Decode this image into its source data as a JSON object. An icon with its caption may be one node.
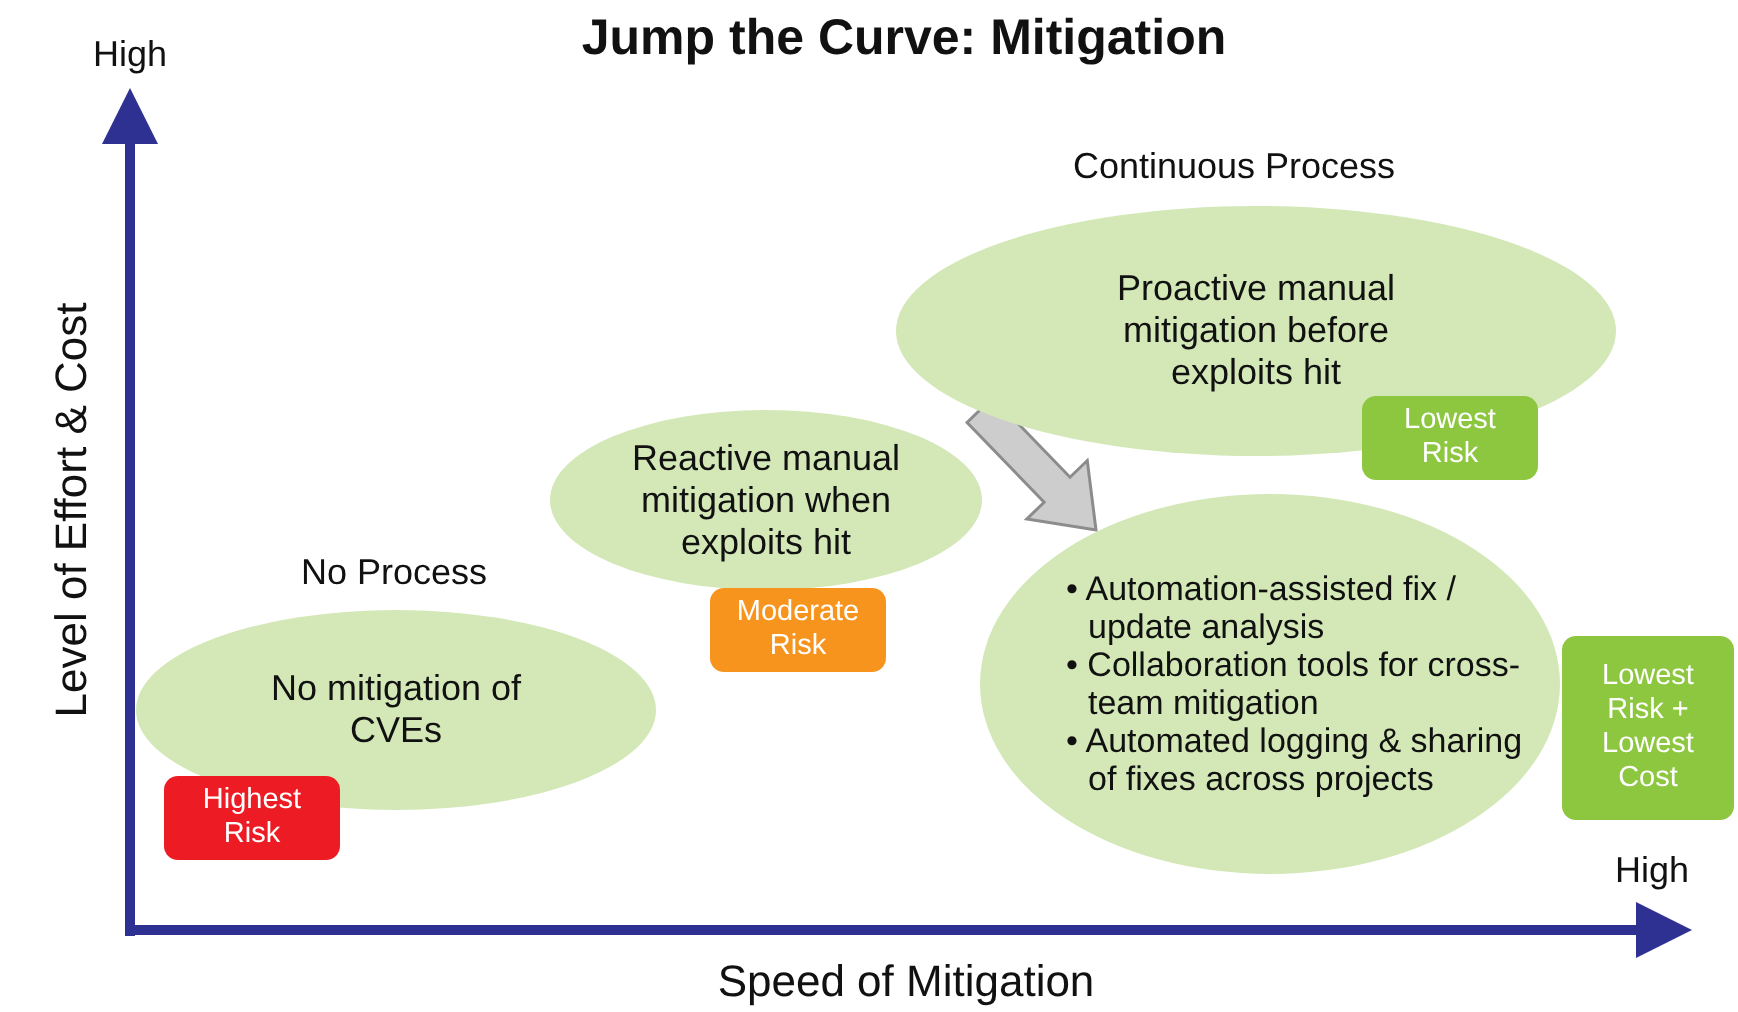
{
  "diagram": {
    "title": "Jump the Curve: Mitigation",
    "nodes": [
      {
        "text": [
          "No mitigation of CVEs"
        ],
        "beside": [
          "No Process"
        ]
      },
      {
        "text": [
          "Highest Risk"
        ]
      },
      {
        "text": [
          "Reactive manual mitigation when exploits hit"
        ]
      },
      {
        "text": [
          "Moderate Risk"
        ]
      },
      {
        "text": [
          "Proactive manual mitigation before exploits hit"
        ],
        "beside": [
          "Continuous Process"
        ]
      },
      {
        "text": [
          "Lowest Risk"
        ]
      },
      {
        "text": [
          "• Automation-assisted fix / update analysis",
          "• Collaboration tools for cross-team mitigation",
          "• Automated logging & sharing of fixes across projects"
        ]
      },
      {
        "text": [
          "Lowest Risk + Lowest Cost"
        ]
      }
    ],
    "edges": [
      {
        "from": 4,
        "to": 6,
        "arrow": "to",
        "style": "thick"
      }
    ],
    "labels": [
      "High",
      "Level of Effort & Cost",
      "High",
      "Speed of Mitigation"
    ]
  }
}
